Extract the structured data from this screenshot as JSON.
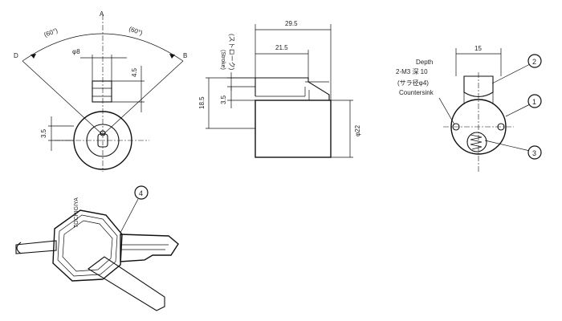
{
  "front_view": {
    "label_A": "A",
    "label_B": "B",
    "label_D": "D",
    "angle_left": "(60°)",
    "angle_right": "(60°)",
    "dim_phi8": "φ8",
    "dim_4_5": "4.5",
    "dim_3_5": "3.5"
  },
  "side_view": {
    "dim_29_5": "29.5",
    "dim_21_5": "21.5",
    "dim_18_5": "18.5",
    "dim_3_5": "3.5",
    "dim_phi22": "φ22",
    "stroke_jp": "(ストローク)",
    "stroke_en": "(Stroke)"
  },
  "rear_view": {
    "dim_15": "15",
    "depth_label": "Depth",
    "m3_label": "2-M3 深 10",
    "counterbore_jp": "(サラ径φ4)",
    "countersink_label": "Countersink",
    "callout_1": "1",
    "callout_2": "2",
    "callout_3": "3"
  },
  "key_view": {
    "callout_4": "4",
    "brand_text": "TOCHIGIYA"
  }
}
